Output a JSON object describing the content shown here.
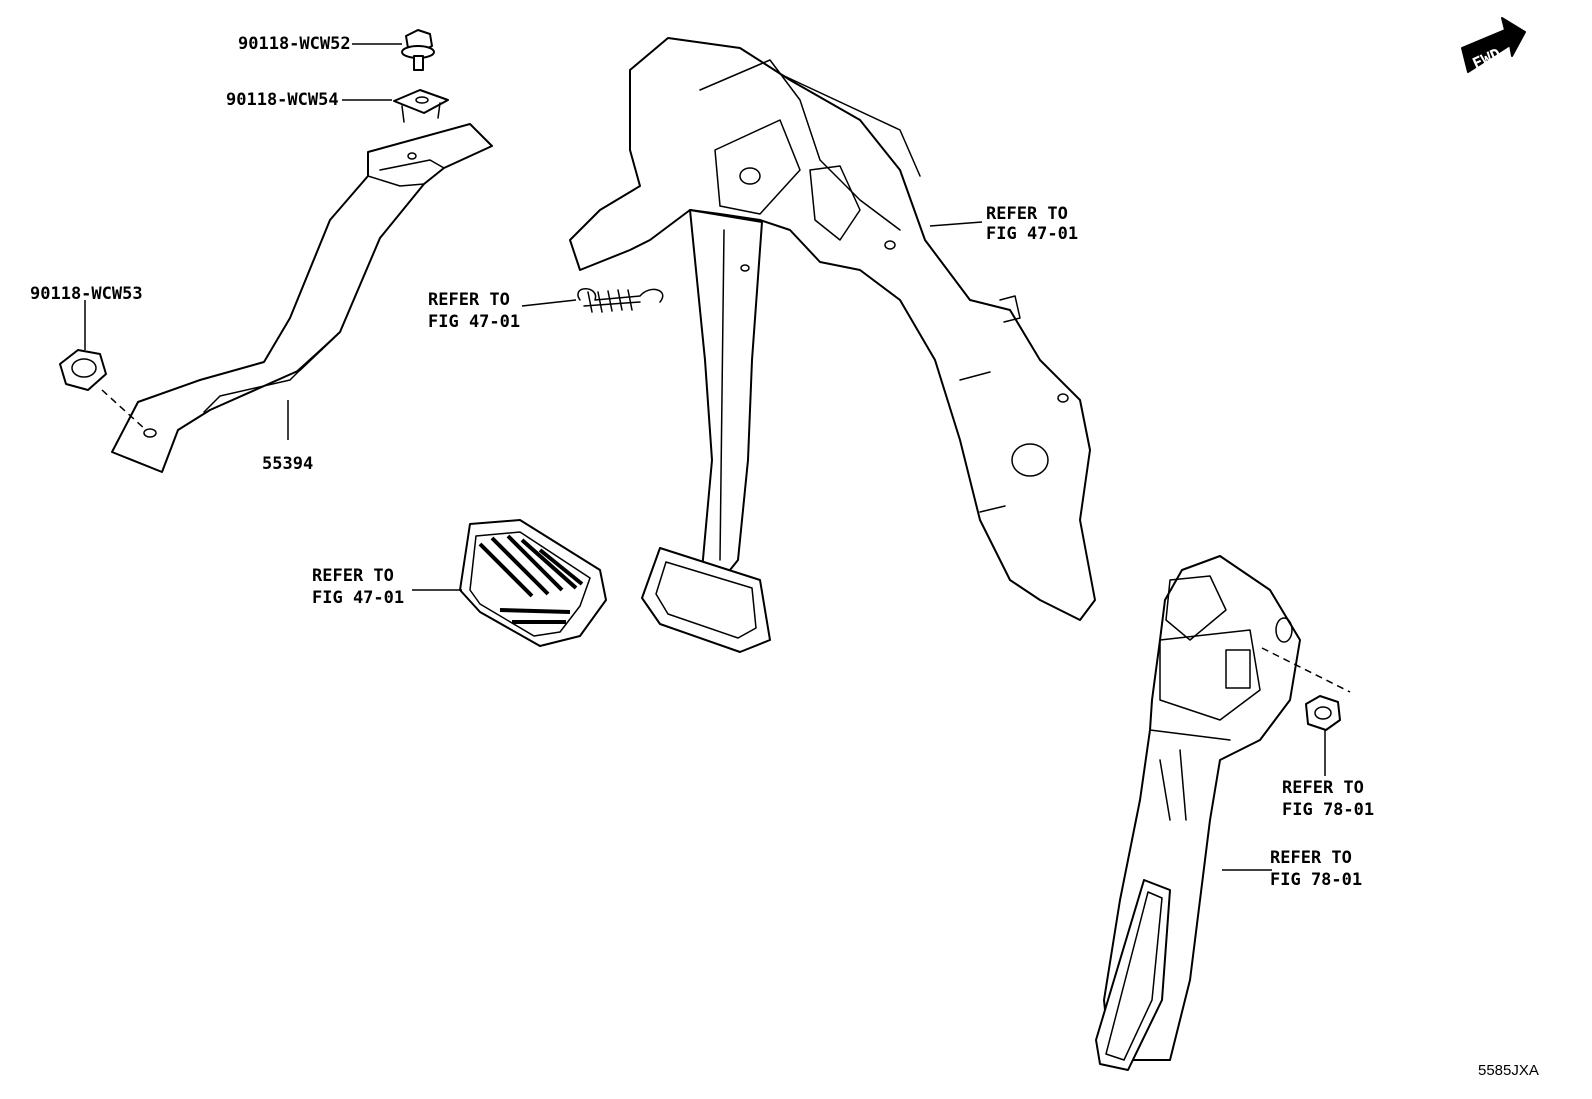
{
  "labels": {
    "wcw52": "90118-WCW52",
    "wcw54": "90118-WCW54",
    "wcw53": "90118-WCW53",
    "p55394": "55394",
    "spring_refer": "REFER TO",
    "spring_fig": "FIG 47-01",
    "bracket_refer": "REFER TO",
    "bracket_fig": "FIG 47-01",
    "pad_refer": "REFER TO",
    "pad_fig": "FIG 47-01",
    "nut_refer": "REFER TO",
    "nut_fig": "FIG 78-01",
    "accel_refer": "REFER TO",
    "accel_fig": "FIG 78-01"
  },
  "fwd_text": "FWD",
  "diagram_code": "5585JXA"
}
